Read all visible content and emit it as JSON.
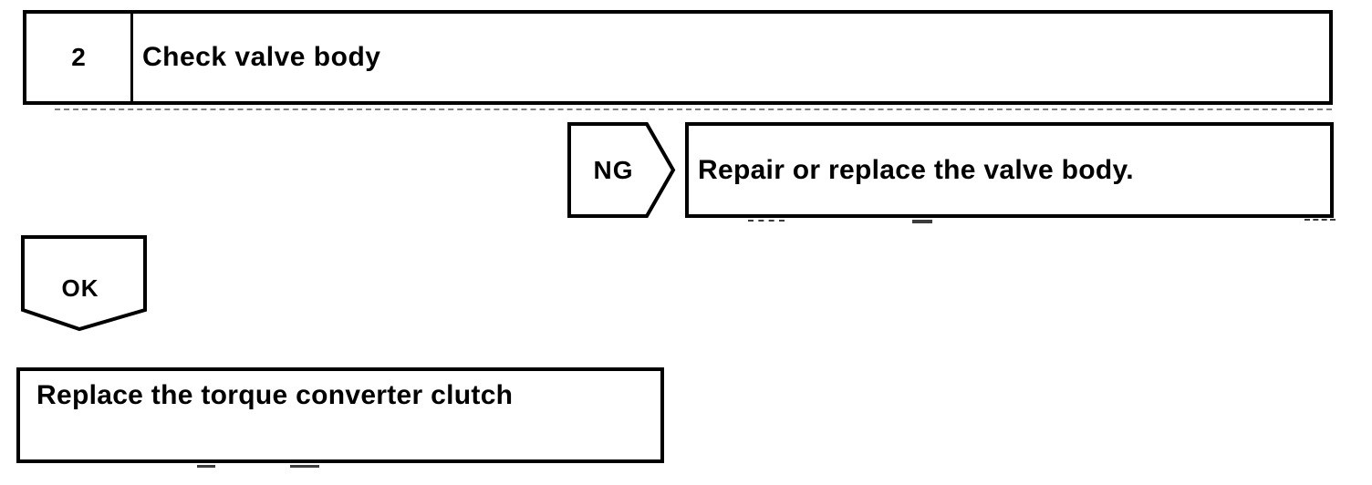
{
  "colors": {
    "ink": "#000000",
    "paper": "#ffffff"
  },
  "flowchart": {
    "step": {
      "number": "2",
      "title": "Check valve body"
    },
    "ng_branch": {
      "label": "NG",
      "action": "Repair or replace the valve body."
    },
    "ok_branch": {
      "label": "OK",
      "action": "Replace the torque converter clutch"
    }
  }
}
